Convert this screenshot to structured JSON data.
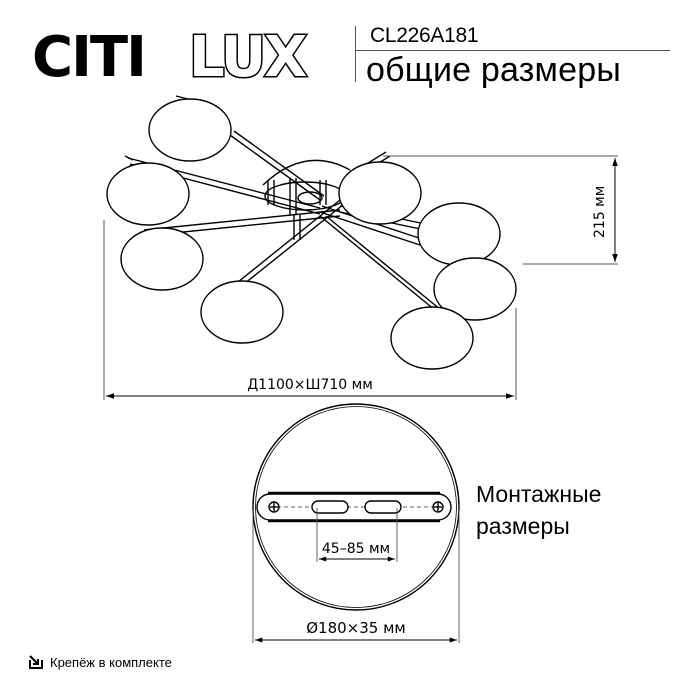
{
  "header": {
    "brand": "CITILUX",
    "brand_solid": "CITI",
    "brand_outline": "LUX",
    "model": "CL226A181",
    "subtitle": "общие размеры"
  },
  "dimensions": {
    "overall": "Д1100×Ш710 мм",
    "height": "215 мм",
    "mount_spacing": "45–85 мм",
    "base": "Ø180×35 мм"
  },
  "mount_label": {
    "line1": "Монтажные",
    "line2": "размеры"
  },
  "footer": {
    "icon": "arrow-into-box-icon",
    "text": "Крепёж в комплекте"
  },
  "colors": {
    "line": "#000000",
    "dim_line": "#555555",
    "background": "#ffffff"
  }
}
